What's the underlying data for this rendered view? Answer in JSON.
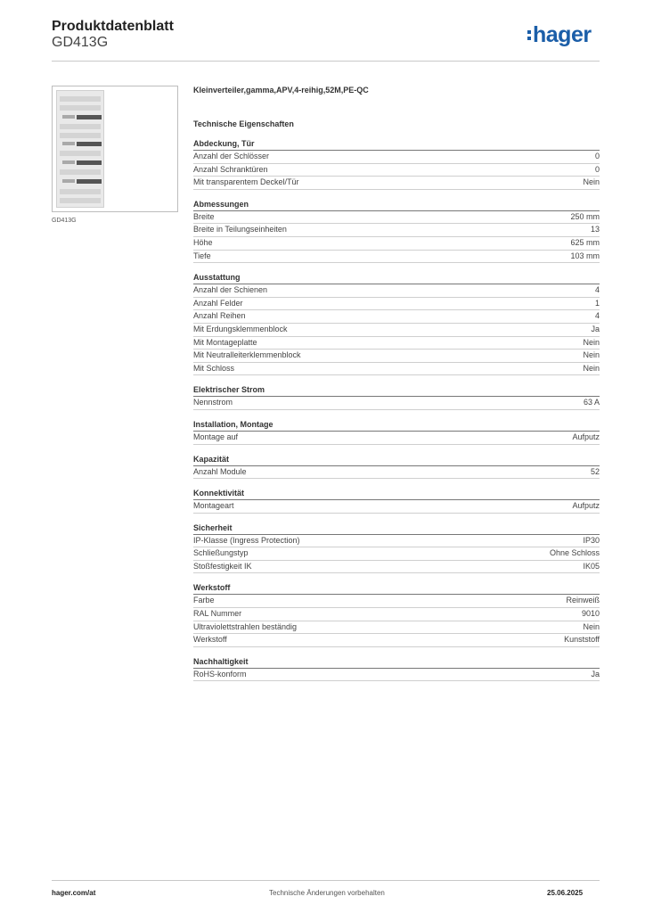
{
  "header": {
    "title": "Produktdatenblatt",
    "subtitle": "GD413G",
    "logo_text": "hager",
    "logo_color": "#1b5ea8"
  },
  "product": {
    "image_caption": "GD413G",
    "description": "Kleinverteiler,gamma,APV,4-reihig,52M,PE-QC",
    "tech_heading": "Technische Eigenschaften"
  },
  "sections": [
    {
      "title": "Abdeckung, Tür",
      "rows": [
        {
          "label": "Anzahl der Schlösser",
          "value": "0"
        },
        {
          "label": "Anzahl Schranktüren",
          "value": "0"
        },
        {
          "label": "Mit transparentem Deckel/Tür",
          "value": "Nein"
        }
      ]
    },
    {
      "title": "Abmessungen",
      "rows": [
        {
          "label": "Breite",
          "value": "250 mm"
        },
        {
          "label": "Breite in Teilungseinheiten",
          "value": "13"
        },
        {
          "label": "Höhe",
          "value": "625 mm"
        },
        {
          "label": "Tiefe",
          "value": "103 mm"
        }
      ]
    },
    {
      "title": "Ausstattung",
      "rows": [
        {
          "label": "Anzahl der Schienen",
          "value": "4"
        },
        {
          "label": "Anzahl Felder",
          "value": "1"
        },
        {
          "label": "Anzahl Reihen",
          "value": "4"
        },
        {
          "label": "Mit Erdungsklemmenblock",
          "value": "Ja"
        },
        {
          "label": "Mit Montageplatte",
          "value": "Nein"
        },
        {
          "label": "Mit Neutralleiterklemmenblock",
          "value": "Nein"
        },
        {
          "label": "Mit Schloss",
          "value": "Nein"
        }
      ]
    },
    {
      "title": "Elektrischer Strom",
      "rows": [
        {
          "label": "Nennstrom",
          "value": "63 A"
        }
      ]
    },
    {
      "title": "Installation, Montage",
      "rows": [
        {
          "label": "Montage auf",
          "value": "Aufputz"
        }
      ]
    },
    {
      "title": "Kapazität",
      "rows": [
        {
          "label": "Anzahl Module",
          "value": "52"
        }
      ]
    },
    {
      "title": "Konnektivität",
      "rows": [
        {
          "label": "Montageart",
          "value": "Aufputz"
        }
      ]
    },
    {
      "title": "Sicherheit",
      "rows": [
        {
          "label": "IP-Klasse (Ingress Protection)",
          "value": "IP30"
        },
        {
          "label": "Schließungstyp",
          "value": "Ohne Schloss"
        },
        {
          "label": "Stoßfestigkeit IK",
          "value": "IK05"
        }
      ]
    },
    {
      "title": "Werkstoff",
      "rows": [
        {
          "label": "Farbe",
          "value": "Reinweiß"
        },
        {
          "label": "RAL Nummer",
          "value": "9010"
        },
        {
          "label": "Ultraviolettstrahlen beständig",
          "value": "Nein"
        },
        {
          "label": "Werkstoff",
          "value": "Kunststoff"
        }
      ]
    },
    {
      "title": "Nachhaltigkeit",
      "rows": [
        {
          "label": "RoHS-konform",
          "value": "Ja"
        }
      ]
    }
  ],
  "footer": {
    "website": "hager.com/at",
    "notice": "Technische Änderungen vorbehalten",
    "date": "25.06.2025"
  }
}
